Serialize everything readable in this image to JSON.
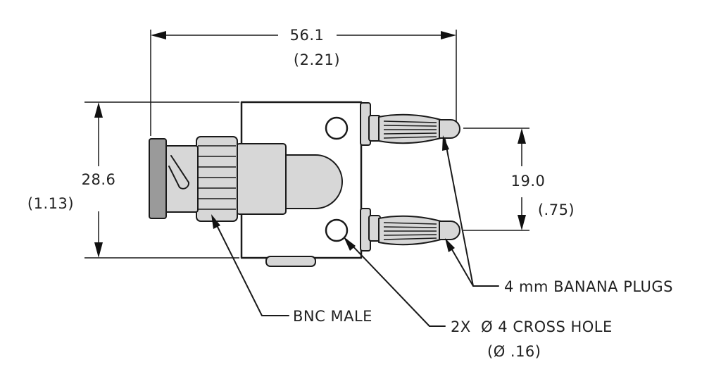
{
  "dimensions": {
    "overall_width_mm": "56.1",
    "overall_width_in": "(2.21)",
    "height_mm": "28.6",
    "height_in": "(1.13)",
    "plug_spacing_mm": "19.0",
    "plug_spacing_in": "(.75)"
  },
  "callouts": {
    "banana_plugs": "4 mm BANANA PLUGS",
    "bnc_male": "BNC MALE",
    "cross_hole": "2X  Ø 4 CROSS HOLE",
    "cross_hole_in": "(Ø .16)"
  }
}
